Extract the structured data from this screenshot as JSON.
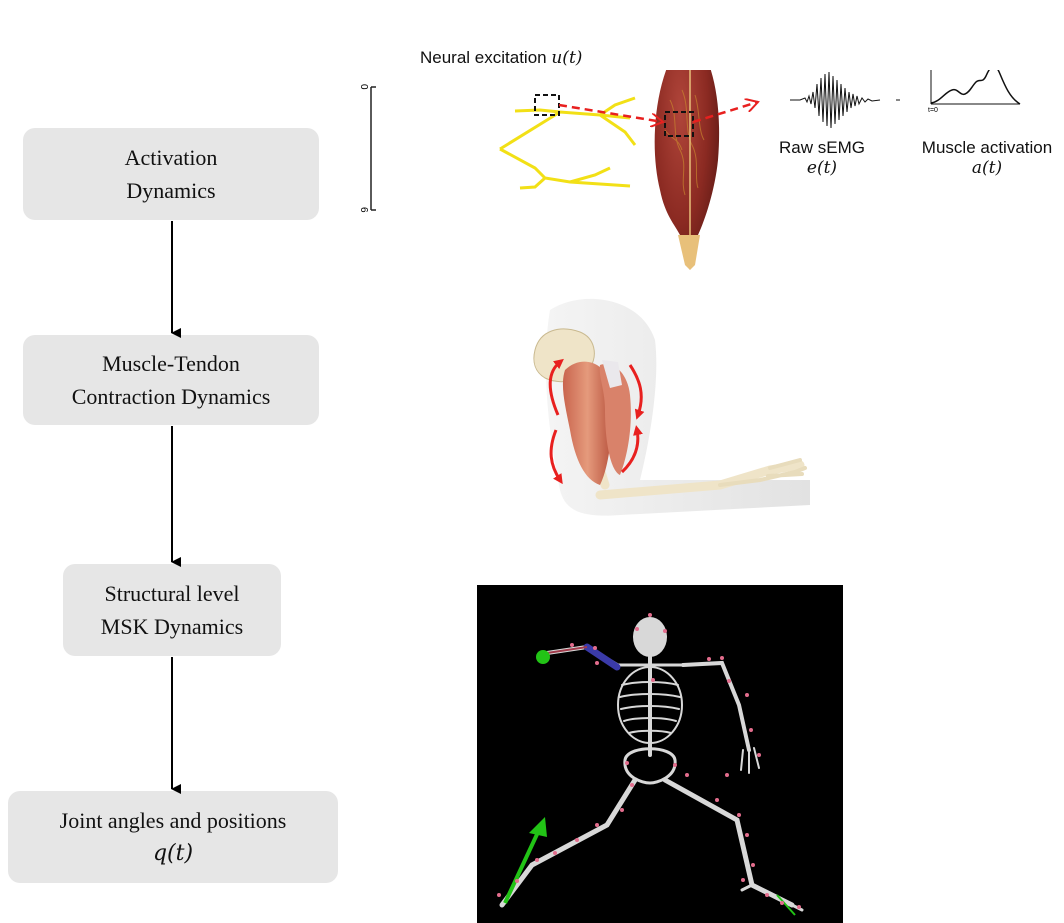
{
  "flow": {
    "step1": {
      "line1": "Activation",
      "line2": "Dynamics"
    },
    "step2": {
      "line1": "Muscle-Tendon",
      "line2": "Contraction Dynamics"
    },
    "step3": {
      "line1": "Structural level",
      "line2": "MSK Dynamics"
    },
    "step4": {
      "line1": "Joint angles and positions",
      "math": "q(t)"
    }
  },
  "activation_panel": {
    "neural_label": "Neural excitation",
    "neural_math": "u(t)",
    "axis_top_tick": "0",
    "axis_bottom_tick": "6",
    "raw_label": "Raw sEMG",
    "raw_math": "e(t)",
    "activation_label": "Muscle activation",
    "activation_math": "a(t)",
    "activation_axis_tick": "t=0"
  },
  "colors": {
    "box_fill": "#e6e6e6",
    "arrow": "#000000",
    "dashed_arrow": "#e8201f",
    "nerve": "#f2e016",
    "muscle": "#8b2a22",
    "tendon": "#e8c07a",
    "skeleton_bg": "#000000",
    "marker": "#e36d8d",
    "highlight_green": "#22c316",
    "highlight_blue": "#3a3aa8"
  }
}
